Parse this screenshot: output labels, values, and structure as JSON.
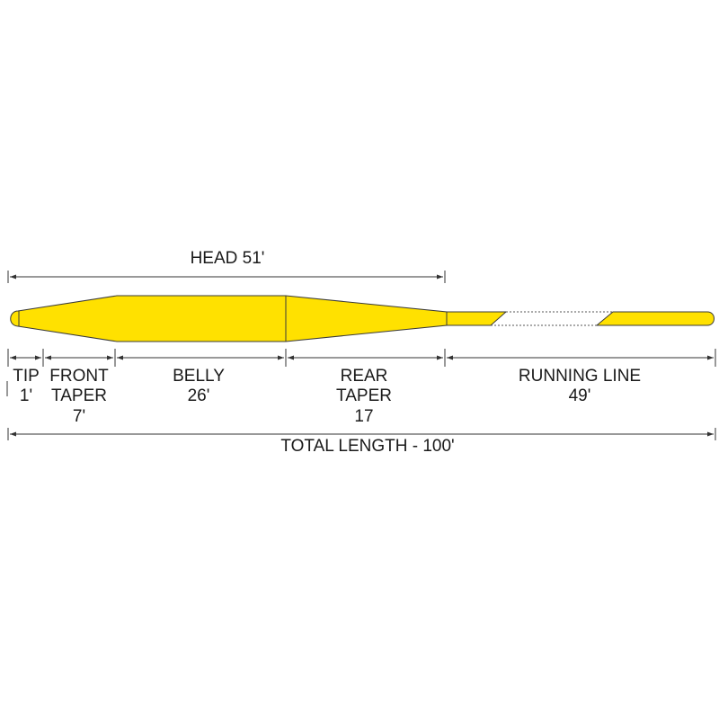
{
  "colors": {
    "line_fill": "#FFE100",
    "outline": "#3a3a3a",
    "dimension": "#333333",
    "text": "#1a1a1a"
  },
  "head": {
    "label": "HEAD 51'"
  },
  "sections": {
    "tip": {
      "name": "TIP",
      "length": "1'"
    },
    "front_taper": {
      "name_line1": "FRONT",
      "name_line2": "TAPER",
      "length": "7'"
    },
    "belly": {
      "name": "BELLY",
      "length": "26'"
    },
    "rear_taper": {
      "name_line1": "REAR",
      "name_line2": "TAPER",
      "length": "17"
    },
    "running_line": {
      "name": "RUNNING LINE",
      "length": "49'"
    }
  },
  "total": {
    "label": "TOTAL LENGTH - 100'"
  }
}
